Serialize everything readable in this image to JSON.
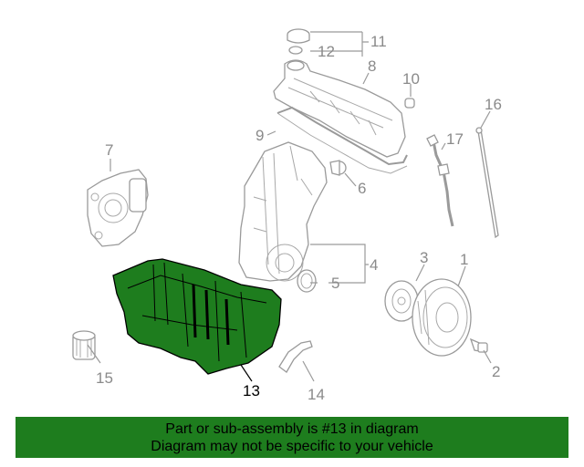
{
  "diagram": {
    "highlight_color": "#1e7d1e",
    "callouts": {
      "c1": "1",
      "c2": "2",
      "c3": "3",
      "c4": "4",
      "c5": "5",
      "c6": "6",
      "c7": "7",
      "c8": "8",
      "c9": "9",
      "c10": "10",
      "c11": "11",
      "c12": "12",
      "c13": "13",
      "c14": "14",
      "c15": "15",
      "c16": "16",
      "c17": "17"
    }
  },
  "banner": {
    "line1": "Part or sub-assembly is #13 in diagram",
    "line2": "Diagram may not be specific to your vehicle"
  }
}
